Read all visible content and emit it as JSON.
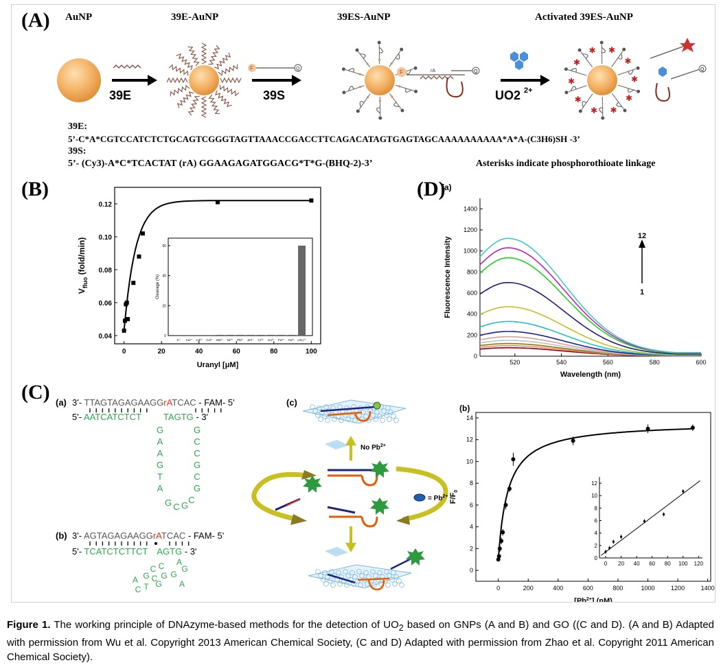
{
  "panelA": {
    "letter": "(A)",
    "stage_labels": [
      "AuNP",
      "39E-AuNP",
      "39ES-AuNP",
      "Activated 39ES-AuNP"
    ],
    "arrow_labels": [
      "39E",
      "39S",
      "UO2"
    ],
    "arrow_label_sup": "2+",
    "seq_39E_title": "39E:",
    "seq_39E": "5’-C*A*CGTCCATCTCTGCAGTCGGGTAGTTAAACCGACCTTCAGACATAGTGAGTAGCAAAAAAAAAA*A*A-(C3H6)SH -3’",
    "seq_39S_title": "39S:",
    "seq_39S": "5’- (Cy3)-A*C*TCACTAT (rA) GGAAGAGATGGACG*T*G-(BHQ-2)-3’",
    "note": "Asterisks indicate phosphorothioate linkage",
    "small_labels": {
      "F": "F",
      "Q": "Q",
      "rA": "rA"
    }
  },
  "panelB": {
    "letter": "(B)",
    "ylabel_main": "V",
    "ylabel_sub": "fluo",
    "ylabel_tail": " (fold/min)",
    "xlabel": "Uranyl [μM]",
    "inset_ylabel": "Cleavage (%)"
  },
  "panelC": {
    "letter": "(C)",
    "a_label": "(a)",
    "a_top_prefix": "3'- ",
    "a_top_seq1": "TTAGTAGAGAAGG",
    "a_top_ra": "rA",
    "a_top_seq2": "TCAC",
    "a_top_suffix": " - FAM- 5'",
    "a_bot_prefix": "5'- ",
    "a_bot_seq1": "AATCATCTCT",
    "a_bot_seq2": "TAGTG",
    "a_bot_suffix": " - 3'",
    "a_loop_left": [
      "G",
      "A",
      "A",
      "G",
      "T",
      "A"
    ],
    "a_loop_right": [
      "G",
      "C",
      "C",
      "G",
      "C",
      "G"
    ],
    "a_loop_bottom": [
      "G",
      "C",
      "G",
      "C"
    ],
    "b_label": "(b)",
    "b_top_prefix": "3'- ",
    "b_top_seq1": "AGTAGAGAAGG",
    "b_top_ra": "rA",
    "b_top_seq2": "TCAC",
    "b_top_suffix": " - FAM- 5'",
    "b_bot_prefix": "5'- ",
    "b_bot_seq1": "TCATCTCTTC",
    "b_bot_t": "T",
    "b_bot_seq2": "AGTG",
    "b_bot_suffix": " - 3'",
    "b_loop": [
      "A",
      "G",
      "C",
      "C",
      "G",
      "G",
      "T",
      "C",
      "G",
      "A",
      "A",
      "G",
      "C"
    ],
    "c_label": "(c)",
    "no_pb": "No Pb",
    "no_pb_sup": "2+",
    "pb_eq": "= Pb",
    "pb_eq_sup": "2+"
  },
  "panelD": {
    "letter": "(D)",
    "a_label": "(a)",
    "a_ylabel": "Fluorescence Intensity",
    "a_xlabel": "Wavelength (nm)",
    "arrow_top": "12",
    "arrow_bottom": "1",
    "b_label": "(b)",
    "b_ylabel": "F/F",
    "b_ylabel_sub": "0",
    "b_xlabel_pre": "[Pb",
    "b_xlabel_sup": "2+",
    "b_xlabel_post": "] (nM)"
  },
  "caption": {
    "bold": "Figure 1.",
    "text1": " The working principle of DNAzyme-based methods for the detection of UO",
    "sub": "2",
    "text2": " based on GNPs (A and B) and GO ((C and D). (A and B) Adapted with permission from Wu et al. Copyright 2013 American Chemical Society, (C and D) Adapted with permission from Zhao et al. Copyright 2011 American Chemical Society)."
  },
  "chart_data": [
    {
      "type": "scatter",
      "title": "",
      "xlabel": "Uranyl [μM]",
      "ylabel": "Vfluo (fold/min)",
      "xlim": [
        -5,
        105
      ],
      "ylim": [
        0.035,
        0.13
      ],
      "xticks": [
        0,
        20,
        40,
        60,
        80,
        100
      ],
      "yticks": [
        0.04,
        0.06,
        0.08,
        0.1,
        0.12
      ],
      "x": [
        0,
        0.5,
        1,
        1.5,
        2,
        5,
        8,
        10,
        50,
        100
      ],
      "y": [
        0.043,
        0.049,
        0.059,
        0.06,
        0.05,
        0.072,
        0.088,
        0.102,
        0.121,
        0.122
      ],
      "fit": true
    },
    {
      "type": "bar",
      "title": "",
      "ylabel": "Cleavage (%)",
      "categories": [
        "K⁺",
        "Ca²⁺",
        "Cd²⁺",
        "Co²⁺",
        "Mn²⁺",
        "Ni²⁺",
        "Pb²⁺",
        "Zn²⁺",
        "Cr³⁺",
        "Cu²⁺",
        "Fe²⁺",
        "Fe³⁺",
        "UO₂²⁺"
      ],
      "values": [
        0,
        0,
        0,
        0,
        0.5,
        0.5,
        0.5,
        0.5,
        0.5,
        0.5,
        0.5,
        0.5,
        60
      ],
      "ylim": [
        0,
        65
      ],
      "yticks": [
        0,
        20,
        40,
        60
      ]
    },
    {
      "type": "line",
      "title": "",
      "xlabel": "Wavelength (nm)",
      "ylabel": "Fluorescence Intensity",
      "xlim": [
        505,
        600
      ],
      "ylim": [
        0,
        1500
      ],
      "xticks": [
        520,
        540,
        560,
        580,
        600
      ],
      "yticks": [
        0,
        200,
        400,
        600,
        800,
        1000,
        1200,
        1400
      ],
      "peak_x": 517,
      "series": [
        {
          "peak": 80,
          "color": "#8b0000"
        },
        {
          "peak": 100,
          "color": "#ff8080"
        },
        {
          "peak": 120,
          "color": "#808000"
        },
        {
          "peak": 150,
          "color": "#c0c0c0"
        },
        {
          "peak": 185,
          "color": "#d2a0a0"
        },
        {
          "peak": 235,
          "color": "#1a1aa0"
        },
        {
          "peak": 330,
          "color": "#20c0c0"
        },
        {
          "peak": 470,
          "color": "#c0c020"
        },
        {
          "peak": 700,
          "color": "#1a1a80"
        },
        {
          "peak": 935,
          "color": "#20d020"
        },
        {
          "peak": 1030,
          "color": "#c020c0"
        },
        {
          "peak": 1120,
          "color": "#40c8c8"
        }
      ]
    },
    {
      "type": "scatter",
      "title": "",
      "xlabel": "[Pb2+] (nM)",
      "ylabel": "F/F0",
      "xlim": [
        -150,
        1420
      ],
      "ylim": [
        -1,
        14.5
      ],
      "xticks": [
        0,
        200,
        400,
        600,
        800,
        1000,
        1200,
        1400
      ],
      "yticks": [
        0,
        2,
        4,
        6,
        8,
        10,
        12,
        14
      ],
      "x": [
        0,
        5,
        10,
        20,
        30,
        50,
        75,
        100,
        500,
        1000,
        1300
      ],
      "y": [
        1.0,
        1.3,
        2.0,
        2.7,
        3.5,
        6.0,
        7.5,
        10.2,
        11.9,
        13.0,
        13.1
      ],
      "err": [
        0.2,
        0.2,
        0.3,
        0.3,
        0.3,
        0.4,
        0.3,
        0.6,
        0.4,
        0.4,
        0.3
      ]
    },
    {
      "type": "scatter",
      "title": "",
      "xlim": [
        -8,
        125
      ],
      "ylim": [
        0,
        13
      ],
      "xticks": [
        0,
        20,
        40,
        60,
        80,
        100,
        120
      ],
      "yticks": [
        0,
        2,
        4,
        6,
        8,
        10,
        12
      ],
      "x": [
        0,
        5,
        10,
        20,
        50,
        75,
        100
      ],
      "y": [
        1.0,
        1.6,
        2.6,
        3.4,
        5.9,
        7.0,
        10.7
      ]
    }
  ]
}
